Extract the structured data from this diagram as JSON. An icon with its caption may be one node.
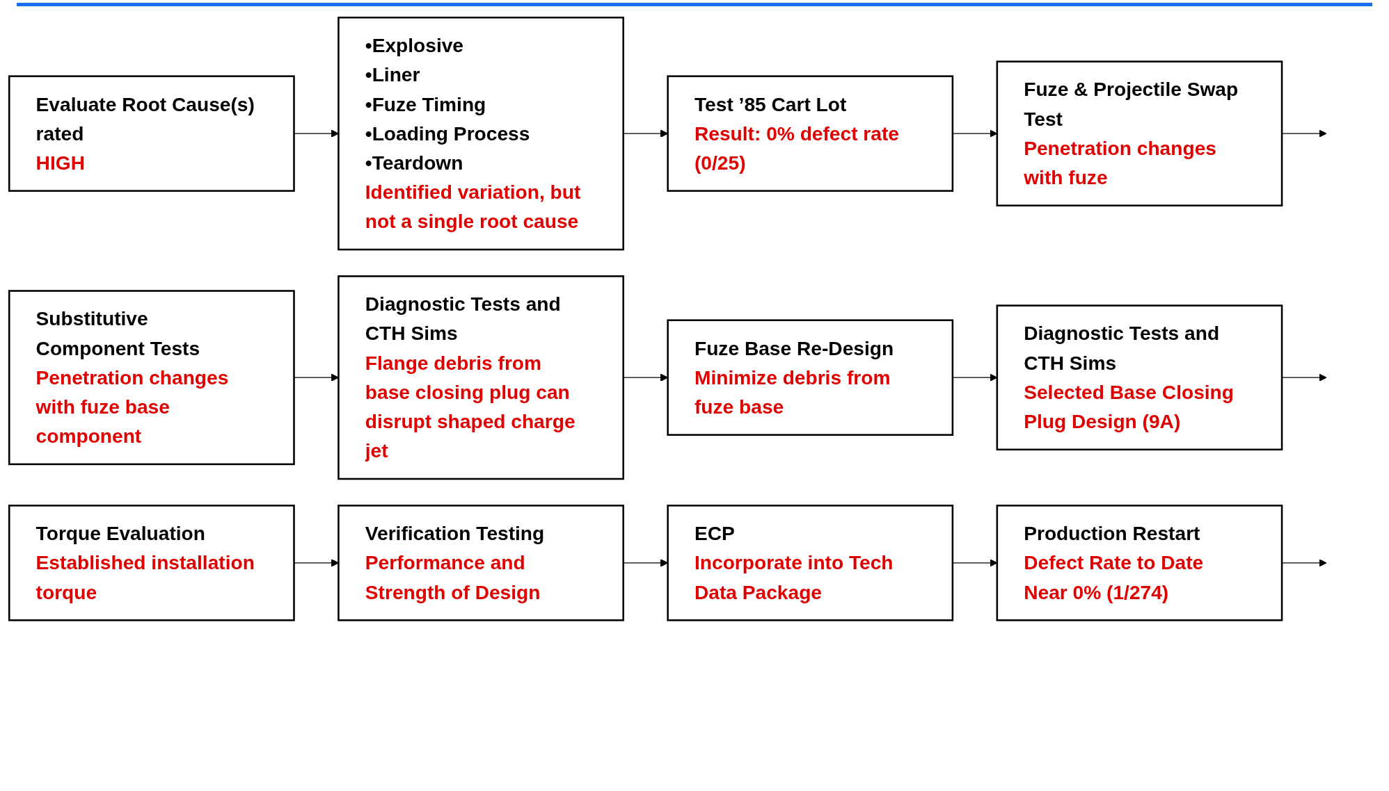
{
  "diagram": {
    "nodes": [
      {
        "text": [
          "Evaluate Root Cause(s) rated",
          "HIGH"
        ]
      },
      {
        "text": [
          "•Explosive",
          "•Liner",
          "•Fuze Timing",
          "•Loading Process",
          "•Teardown",
          "Identified variation, but not a single root cause"
        ]
      },
      {
        "text": [
          "Test ’85 Cart Lot",
          "Result: 0% defect rate (0/25)"
        ]
      },
      {
        "text": [
          "Fuze & Projectile Swap Test",
          "Penetration changes with fuze"
        ]
      },
      {
        "text": [
          "Substitutive Component Tests",
          "Penetration changes with fuze base component"
        ]
      },
      {
        "text": [
          "Diagnostic Tests and CTH Sims",
          "Flange debris from base closing plug can disrupt shaped charge jet"
        ]
      },
      {
        "text": [
          "Fuze Base Re-Design",
          "Minimize debris from fuze base"
        ]
      },
      {
        "text": [
          "Diagnostic Tests and CTH Sims",
          "Selected Base Closing Plug Design (9A)"
        ]
      },
      {
        "text": [
          "Torque Evaluation",
          "Established installation torque"
        ]
      },
      {
        "text": [
          "Verification Testing",
          "Performance and Strength of Design"
        ]
      },
      {
        "text": [
          "ECP",
          "Incorporate into Tech Data Package"
        ]
      },
      {
        "text": [
          "Production Restart",
          "Defect Rate to Date Near 0% (1/274)"
        ]
      }
    ],
    "edges": [
      {
        "from": 0,
        "to": 1,
        "arrow": "to"
      },
      {
        "from": 1,
        "to": 2,
        "arrow": "to"
      },
      {
        "from": 2,
        "to": 3,
        "arrow": "to"
      },
      {
        "from": 3,
        "to": null,
        "arrow": "to"
      },
      {
        "from": 4,
        "to": 5,
        "arrow": "to"
      },
      {
        "from": 5,
        "to": 6,
        "arrow": "to"
      },
      {
        "from": 6,
        "to": 7,
        "arrow": "to"
      },
      {
        "from": 7,
        "to": null,
        "arrow": "to"
      },
      {
        "from": 8,
        "to": 9,
        "arrow": "to"
      },
      {
        "from": 9,
        "to": 10,
        "arrow": "to"
      },
      {
        "from": 10,
        "to": 11,
        "arrow": "to"
      },
      {
        "from": 11,
        "to": null,
        "arrow": "to"
      }
    ]
  }
}
